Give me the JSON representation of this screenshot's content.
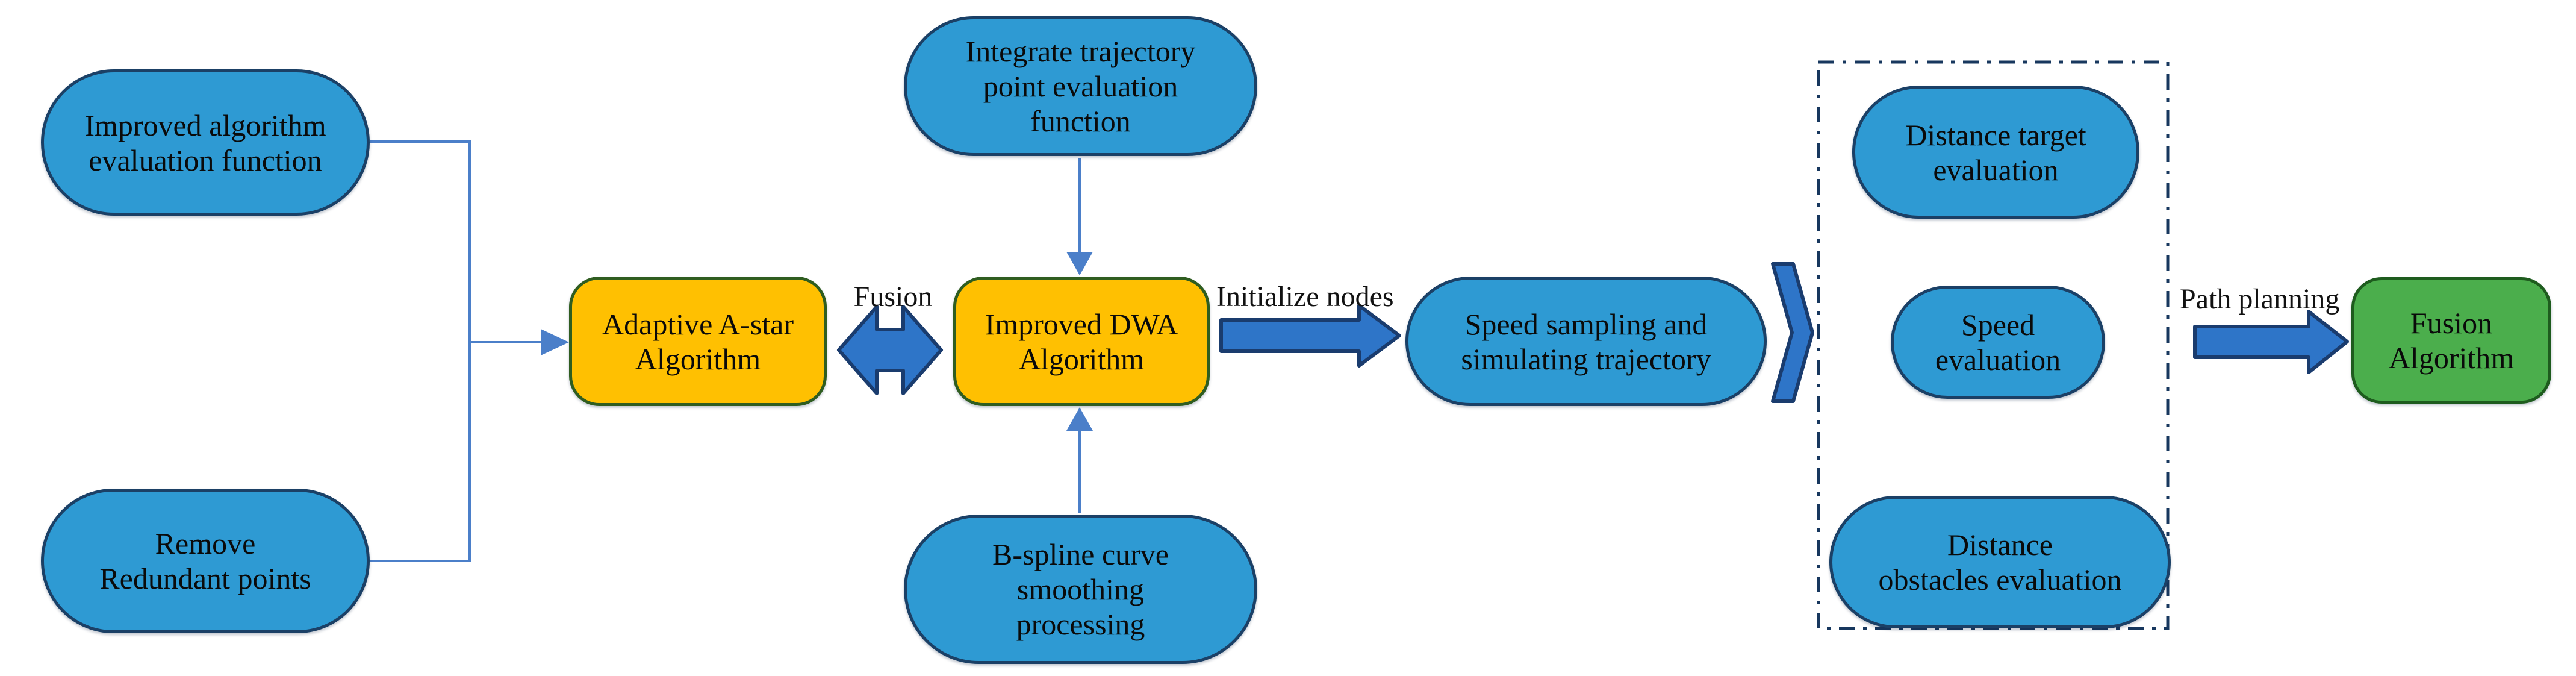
{
  "colors": {
    "node_blue": "#2E9AD3",
    "node_border": "#1B4066",
    "accent_orange": "#FFC001",
    "orange_border": "#2F5D20",
    "accent_green": "#4BAE4C",
    "green_border": "#1E5C1E",
    "arrow_blue": "#2E75C8",
    "arrow_border": "#1A3C6E",
    "connector_blue": "#4B7FC9",
    "dash_border": "#17375E",
    "text": "#0A0A0A"
  },
  "nodes": [
    {
      "id": "improved-algorithm-evaluation-function",
      "label": "Improved algorithm\nevaluation function"
    },
    {
      "id": "remove-redundant-points",
      "label": "Remove\nRedundant points"
    },
    {
      "id": "adaptive-a-star-algorithm",
      "label": "Adaptive A-star\nAlgorithm"
    },
    {
      "id": "integrate-trajectory-point-evaluation-function",
      "label": "Integrate trajectory\npoint evaluation\nfunction"
    },
    {
      "id": "improved-dwa-algorithm",
      "label": "Improved DWA\nAlgorithm"
    },
    {
      "id": "b-spline-curve-smoothing-processing",
      "label": "B-spline curve\nsmoothing\nprocessing"
    },
    {
      "id": "speed-sampling-and-simulating-trajectory",
      "label": "Speed sampling and\nsimulating trajectory"
    },
    {
      "id": "distance-target-evaluation",
      "label": "Distance target\nevaluation"
    },
    {
      "id": "speed-evaluation",
      "label": "Speed\nevaluation"
    },
    {
      "id": "distance-obstacles-evaluation",
      "label": "Distance\nobstacles evaluation"
    },
    {
      "id": "fusion-algorithm",
      "label": "Fusion\nAlgorithm"
    }
  ],
  "edge_labels": {
    "fusion": "Fusion",
    "initialize_nodes": "Initialize nodes",
    "path_planning": "Path planning"
  }
}
